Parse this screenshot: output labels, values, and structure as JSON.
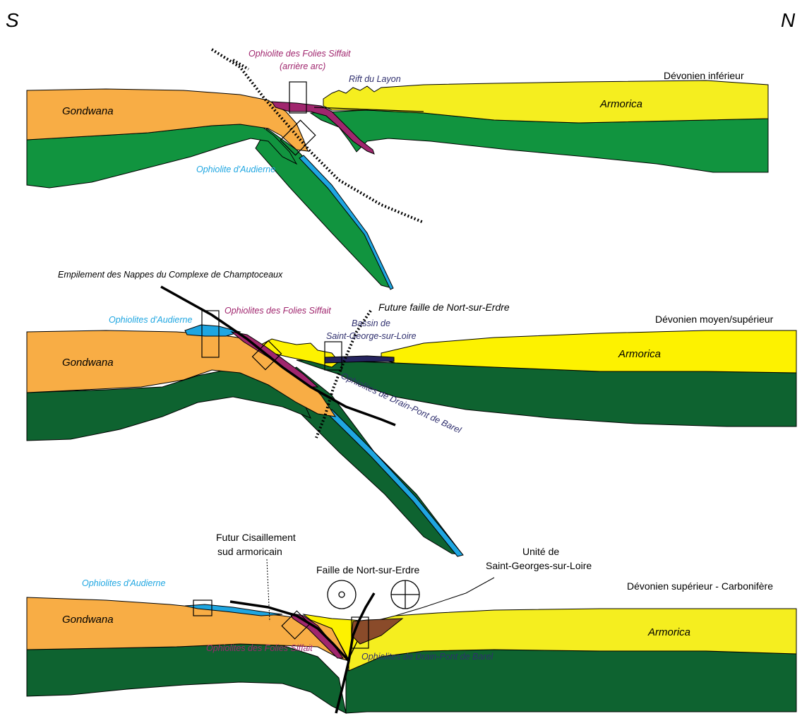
{
  "orientation": {
    "south": "S",
    "north": "N"
  },
  "colors": {
    "gondwana": "#f8ad45",
    "armorica": "#f5ee1f",
    "armorica_bright": "#fdf200",
    "mantle_light": "#11943f",
    "mantle_dark": "#0e6330",
    "ophiolite_audierne": "#1fa6e1",
    "ophiolite_folies": "#a0266e",
    "drain_pont": "#25245e",
    "label_blue": "#1fa6e1",
    "label_magenta": "#a0266e",
    "label_navy": "#2f2f6e"
  },
  "panels": [
    {
      "stage": "Dévonien inférieur",
      "gondwana": "Gondwana",
      "armorica": "Armorica",
      "labels": {
        "folies_line1": "Ophiolite des Folies Siffait",
        "folies_line2": "(arrière arc)",
        "rift": "Rift du Layon",
        "audierne": "Ophiolite d'Audierne"
      }
    },
    {
      "stage": "Dévonien moyen/supérieur",
      "gondwana": "Gondwana",
      "armorica": "Armorica",
      "labels": {
        "nappes": "Empilement des Nappes du Complexe de Champtoceaux",
        "audierne": "Ophiolites d'Audierne",
        "folies": "Ophiolites des Folies Siffait",
        "future_fault": "Future faille de Nort-sur-Erdre",
        "bassin_line1": "Bassin de",
        "bassin_line2": "Saint-George-sur-Loire",
        "drain": "Ophiolites de Drain-Pont de Barel"
      }
    },
    {
      "stage": "Dévonien supérieur - Carbonifère",
      "gondwana": "Gondwana",
      "armorica": "Armorica",
      "labels": {
        "cisaillement_line1": "Futur Cisaillement",
        "cisaillement_line2": "sud armoricain",
        "faille": "Faille de Nort-sur-Erdre",
        "unite_line1": "Unité de",
        "unite_line2": "Saint-Georges-sur-Loire",
        "audierne": "Ophiolites d'Audierne",
        "folies": "Ophiolites des Folies Siffait",
        "drain": "Ophiolites de Drain-Pont de Barel"
      }
    }
  ]
}
